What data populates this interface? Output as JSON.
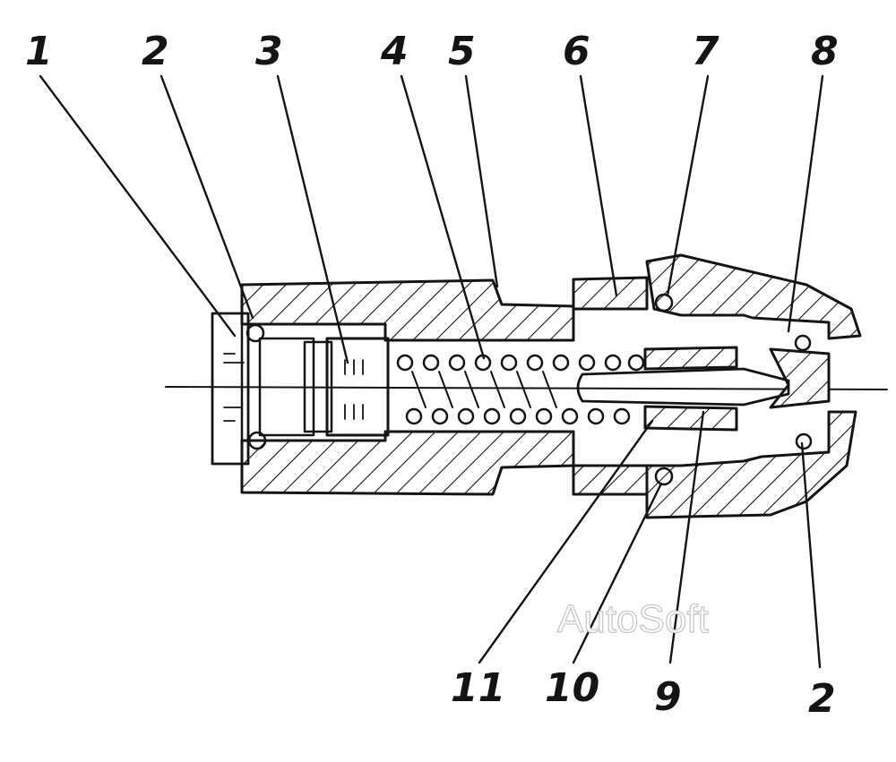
{
  "diagram": {
    "type": "mechanical-cross-section",
    "callouts": {
      "top": [
        "1",
        "2",
        "3",
        "4",
        "5",
        "6",
        "7",
        "8"
      ],
      "bottom": [
        "11",
        "10",
        "9",
        "2"
      ]
    },
    "watermark": "AutoSoft",
    "colors": {
      "ink": "#141414",
      "background": "#ffffff",
      "watermark_outline": "#c8c8c8"
    }
  }
}
